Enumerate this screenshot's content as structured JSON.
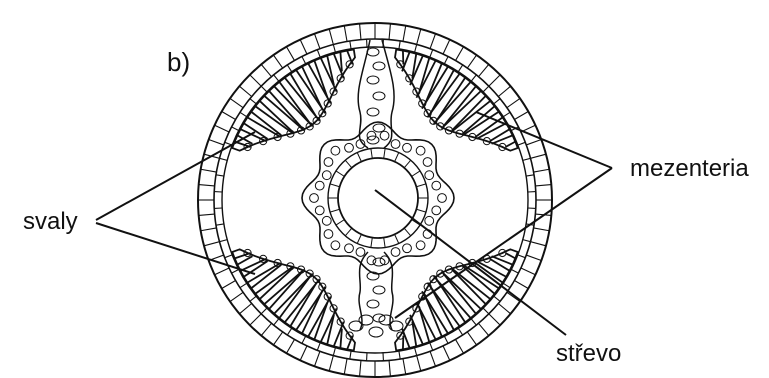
{
  "figure": {
    "panel_label": "b)"
  },
  "labels": {
    "muscles": "svaly",
    "mesenteries": "mezenteria",
    "gut": "střevo"
  },
  "colors": {
    "ink": "#111111",
    "background": "#ffffff"
  }
}
